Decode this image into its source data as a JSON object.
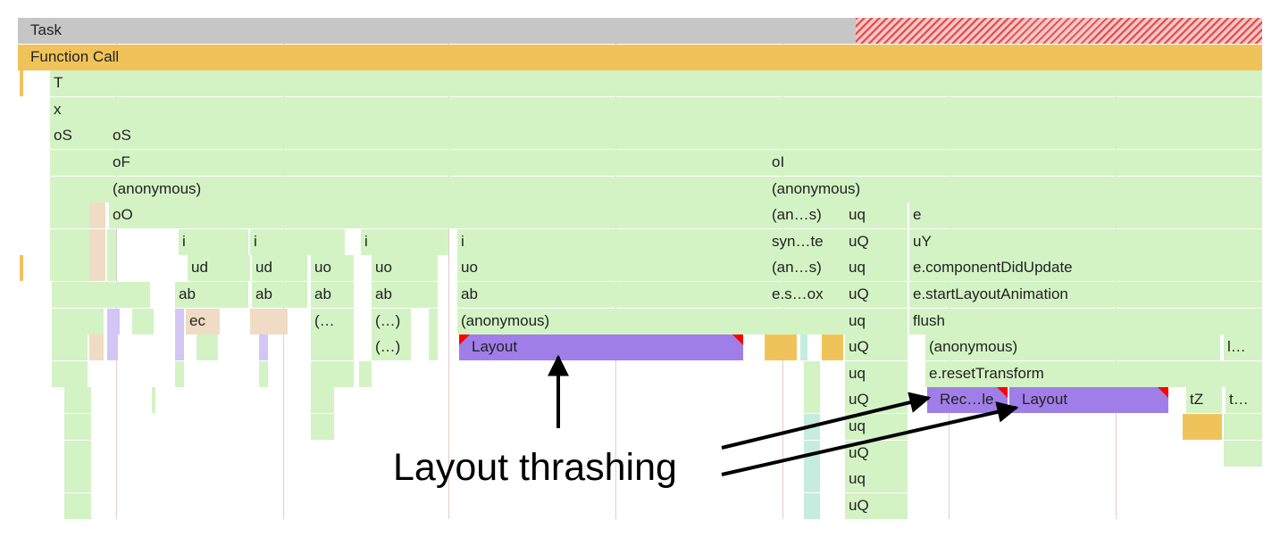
{
  "colors": {
    "task": "#c6c6c6",
    "function_call": "#f0c35a",
    "script": "#d3f3c4",
    "rendering": "#a07ee8",
    "rendering_light": "#d3c6f5",
    "tan": "#f0dcc4",
    "teal": "#c5ecdf",
    "long_task_warning": "#e04a4a",
    "warning_corner": "#ff0000"
  },
  "rows": [
    {
      "label": "Task"
    },
    {
      "label": "Function Call"
    },
    {
      "label": "T"
    },
    {
      "label": "x"
    },
    {
      "labels": [
        "oS",
        "oS"
      ]
    },
    {
      "labels": [
        "oF",
        "oI"
      ]
    },
    {
      "labels": [
        "(anonymous)",
        "(anonymous)"
      ]
    },
    {
      "labels": [
        "oO",
        "(an…s)",
        "uq",
        "e"
      ]
    },
    {
      "labels": [
        "i",
        "i",
        "i",
        "i",
        "syn…te",
        "uQ",
        "uY"
      ]
    },
    {
      "labels": [
        "ud",
        "ud",
        "uo",
        "uo",
        "uo",
        "(an…s)",
        "uq",
        "e.componentDidUpdate"
      ]
    },
    {
      "labels": [
        "ab",
        "ab",
        "ab",
        "ab",
        "ab",
        "e.s…ox",
        "uQ",
        "e.startLayoutAnimation"
      ]
    },
    {
      "labels": [
        "ec",
        "(…",
        "(…)",
        "(anonymous)",
        "uq",
        "flush"
      ]
    },
    {
      "labels": [
        "(…)",
        "Layout",
        "uQ",
        "(anonymous)",
        "l…"
      ]
    },
    {
      "labels": [
        "uq",
        "e.resetTransform"
      ]
    },
    {
      "labels": [
        "uQ",
        "Rec…le",
        "Layout",
        "tZ",
        "t…"
      ]
    },
    {
      "labels": [
        "uq"
      ]
    },
    {
      "labels": [
        "uQ"
      ]
    },
    {
      "labels": [
        "uq"
      ]
    },
    {
      "labels": [
        "uQ"
      ]
    }
  ],
  "annotation": {
    "label": "Layout thrashing"
  }
}
